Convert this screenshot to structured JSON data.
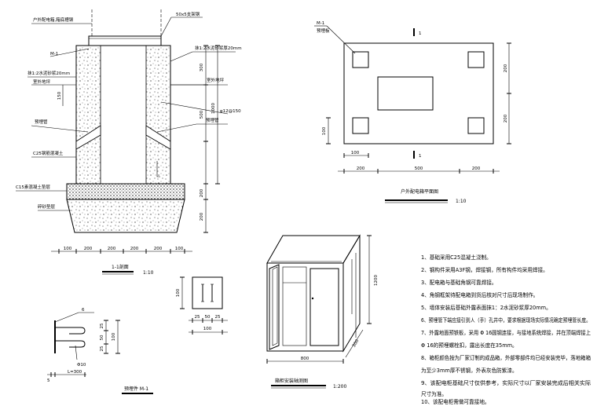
{
  "section_1_1": {
    "labels": {
      "top_left": "户外配电箱,箱底槽钢",
      "channel_steel": "50x5支架钢",
      "m1_label": "M-1",
      "mortar_left": "抹1:2水泥砂浆20mm",
      "outdoor_ground": "室外地坪",
      "mortar_right": "抹1:2水泥砂浆厚20mm",
      "outdoor_ground_right": "室外地坪",
      "rebar": "φ12@150",
      "embedded_pipe_left": "预埋管",
      "embedded_pipe_right": "预埋管",
      "concrete": "C25钢筋混凝土",
      "c15_base": "C15素混凝土垫层",
      "gravel": "碎砂垫层"
    },
    "dims_right": [
      "300",
      "500",
      "1000",
      "200",
      "200"
    ],
    "dim_150": "150",
    "dims_bottom": [
      "100",
      "200",
      "200",
      "200",
      "200",
      "100"
    ],
    "title": "1-1剖面",
    "scale": "1:10"
  },
  "plan": {
    "m1_label": "M-1",
    "m1_sub": "预埋板",
    "mark_top": "1",
    "mark_bottom": "1",
    "dims_right": [
      "200",
      "200"
    ],
    "dim_left": "100",
    "dim_bottom_small": "100",
    "dims_bottom": [
      "200",
      "500",
      "200"
    ],
    "title": "户外配电箱平面图",
    "scale": "1:10"
  },
  "m1_detail": {
    "dims_plate": "100",
    "dims_bottom": [
      "25",
      "50",
      "25"
    ],
    "dim_total": "100",
    "dim_6": "6",
    "dims_left": [
      "25",
      "50",
      "25"
    ],
    "dim_100": "100",
    "rod": "Φ10",
    "dim_5": "5",
    "length": "L=300",
    "title": "预埋件 M-1"
  },
  "cabinet": {
    "dim_height": "1200",
    "dim_depth": "300",
    "dim_width": "800",
    "title": "箱柜安装轴测图",
    "scale": "1:200"
  },
  "notes": [
    "1、基础采用C25混凝土浇制。",
    "2、钢构件采用A3F钢，焊接钢，所有构件均采用焊接。",
    "3、配电箱与基础角钢可靠焊接。",
    "4、角钢框架待配电箱到货后核对尺寸后现场制作。",
    "5、墙体安装后基础外露表面抹1：2水泥砂浆厚20mm。",
    "6、预埋管下端应接引到人（手）孔井中，要求根据现场实际情况确定预埋管长度。",
    "7、外露地面预铁板，采用 Φ 16圆钢连接，与接地系统焊接，并在顶端焊接上",
    "Φ 16的预埋螺栓扣，露出长度在35mm。",
    "8、箱柜颜色按为厂家订制的成品箱，外部零部件均已经安装完毕，落地箱箱",
    "为至少3mm厚不锈钢，外表灰色防紫漆。",
    "9、该配电柜基础尺寸仅供参考，实际尺寸以厂家安装完成后相关实际",
    "尺寸为准。",
    "10、该配电柜需做可靠接地。"
  ]
}
